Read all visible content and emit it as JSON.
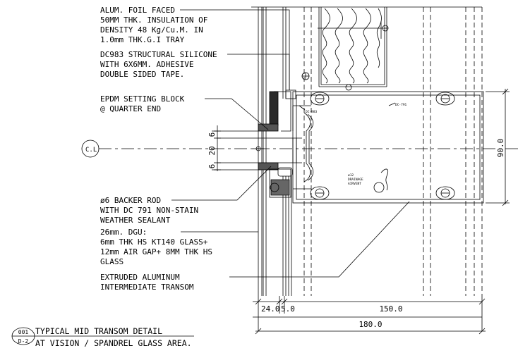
{
  "notes": {
    "insulation": [
      "ALUM. FOIL FACED",
      "50MM THK. INSULATION OF",
      "DENSITY 48 Kg/Cu.M. IN",
      "1.0mm THK.G.I TRAY"
    ],
    "silicone": [
      "DC983 STRUCTURAL SILICONE",
      "WITH 6X6MM. ADHESIVE",
      "DOUBLE SIDED TAPE."
    ],
    "setting_block": [
      "EPDM SETTING BLOCK",
      "@ QUARTER END"
    ],
    "backer_rod": [
      "ø6 BACKER ROD",
      "WITH DC 791 NON-STAIN",
      "WEATHER SEALANT"
    ],
    "dgu": [
      "26mm. DGU:",
      "6mm THK HS KT140 GLASS+",
      "12mm AIR GAP+ 8MM THK HS",
      "GLASS"
    ],
    "transom": [
      "EXTRUDED ALUMINUM",
      "INTERMEDIATE TRANSOM"
    ]
  },
  "small_labels": {
    "dc983": "DC-983",
    "dc791": "DC-791",
    "drainage": [
      "ø12",
      "DRAINAGE",
      "AIRVENT"
    ]
  },
  "centerline": "C.L",
  "dimensions": {
    "gap_top": "6",
    "gap_mid": "20",
    "gap_bottom": "6",
    "height": "90.0",
    "w1": "24.0",
    "w2": "5.0",
    "w3": "150.0",
    "total": "180.0"
  },
  "title": {
    "number": "001",
    "sheet": "D-2",
    "line1": "TYPICAL MID TRANSOM DETAIL",
    "line2": "AT VISION / SPANDREL GLASS AREA."
  }
}
